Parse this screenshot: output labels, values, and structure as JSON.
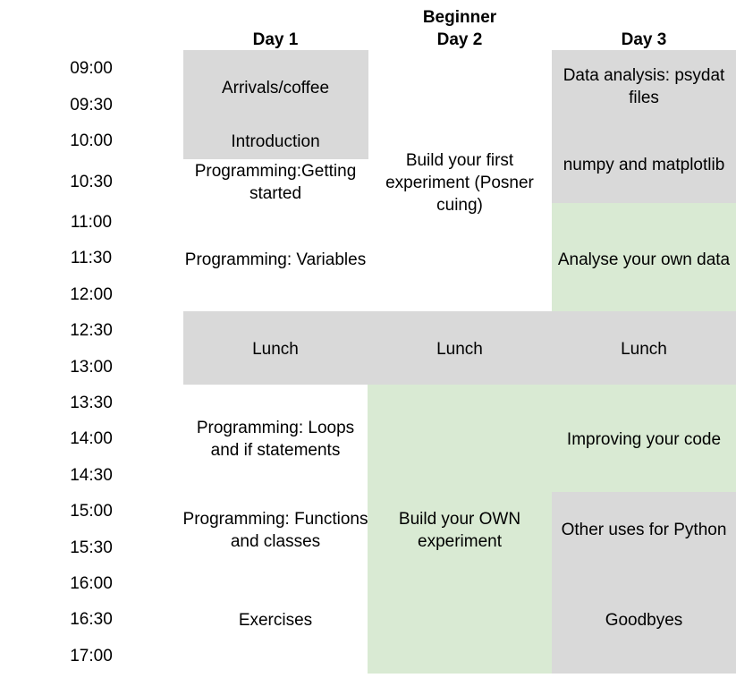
{
  "colors": {
    "gray": "#d9d9d9",
    "green": "#d9ead3",
    "text": "#000000",
    "background": "#ffffff"
  },
  "header": {
    "group_label": "Beginner",
    "day1": "Day 1",
    "day2": "Day 2",
    "day3": "Day 3"
  },
  "times": [
    "09:00",
    "09:30",
    "10:00",
    "10:30",
    "11:00",
    "11:30",
    "12:00",
    "12:30",
    "13:00",
    "13:30",
    "14:00",
    "14:30",
    "15:00",
    "15:30",
    "16:00",
    "16:30",
    "17:00"
  ],
  "day1": [
    {
      "label": "Arrivals/coffee",
      "fill": "gray"
    },
    {
      "label": "Introduction",
      "fill": "gray"
    },
    {
      "label": "Programming:Getting started",
      "fill": "none"
    },
    {
      "label": "Programming: Variables",
      "fill": "none"
    },
    {
      "label": "Lunch",
      "fill": "gray"
    },
    {
      "label": "Programming: Loops and if statements",
      "fill": "none"
    },
    {
      "label": "Programming: Functions and classes",
      "fill": "none"
    },
    {
      "label": "Exercises",
      "fill": "none"
    }
  ],
  "day2": [
    {
      "label": "Build your first experiment (Posner cuing)",
      "fill": "none"
    },
    {
      "label": "Lunch",
      "fill": "gray"
    },
    {
      "label": "Build your OWN experiment",
      "fill": "green"
    }
  ],
  "day3": [
    {
      "label": "Data analysis: psydat files",
      "fill": "gray"
    },
    {
      "label": "numpy and matplotlib",
      "fill": "gray"
    },
    {
      "label": "Analyse your own data",
      "fill": "green"
    },
    {
      "label": "Lunch",
      "fill": "gray"
    },
    {
      "label": "Improving your code",
      "fill": "green"
    },
    {
      "label": "Other uses for Python",
      "fill": "gray"
    },
    {
      "label": "Goodbyes",
      "fill": "gray"
    }
  ]
}
